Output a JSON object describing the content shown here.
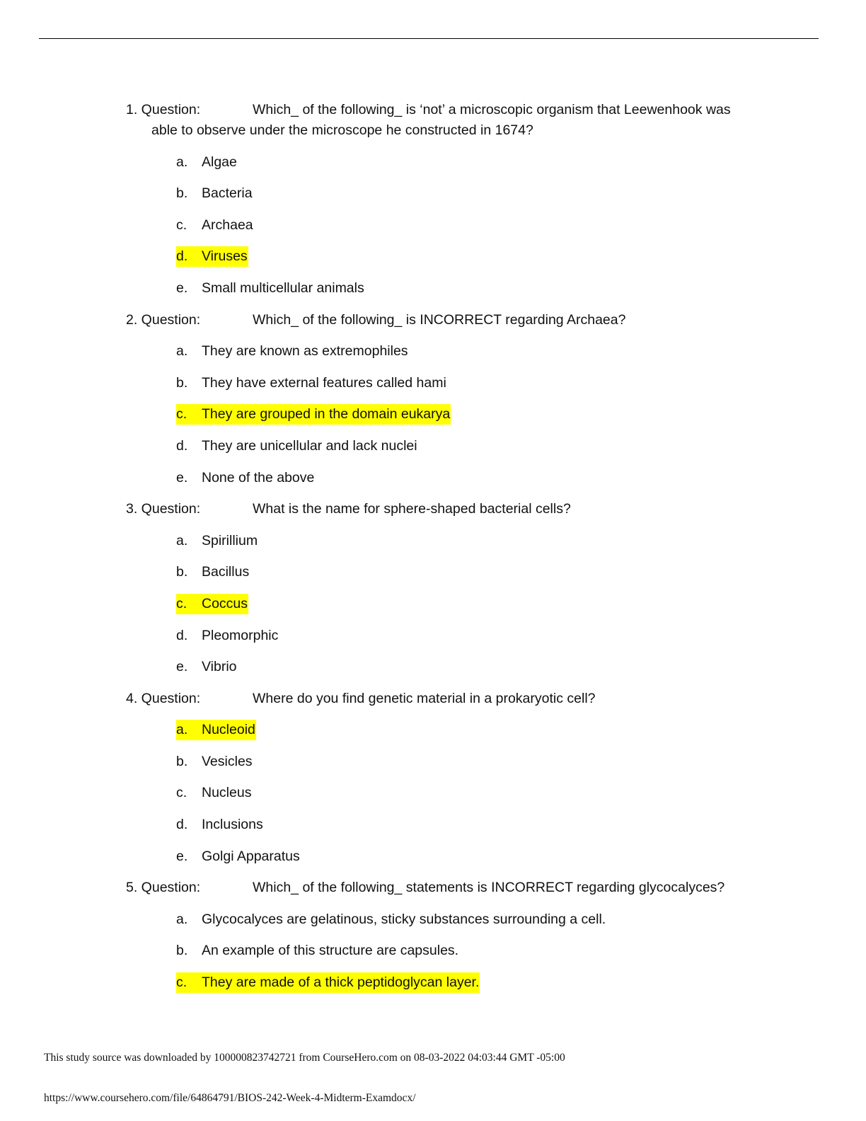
{
  "questions": [
    {
      "label": "1. Question:",
      "text_line1": "Which_ of the following_ is ‘not’ a microscopic organism that Leewenhook was",
      "text_line2": "able to observe under the microscope he constructed in 1674?",
      "options": [
        {
          "letter": "a.",
          "text": "Algae",
          "highlighted": false
        },
        {
          "letter": "b.",
          "text": "Bacteria",
          "highlighted": false
        },
        {
          "letter": "c.",
          "text": "Archaea",
          "highlighted": false
        },
        {
          "letter": "d.",
          "text": "Viruses",
          "highlighted": true
        },
        {
          "letter": "e.",
          "text": "Small multicellular animals",
          "highlighted": false
        }
      ]
    },
    {
      "label": "2. Question:",
      "text_line1": "Which_ of the following_ is INCORRECT regarding Archaea?",
      "text_line2": null,
      "options": [
        {
          "letter": "a.",
          "text": "They are known as extremophiles",
          "highlighted": false
        },
        {
          "letter": "b.",
          "text": "They have external features called hami",
          "highlighted": false
        },
        {
          "letter": "c.",
          "text": "They are grouped in the domain eukarya",
          "highlighted": true
        },
        {
          "letter": "d.",
          "text": "They are unicellular and lack nuclei",
          "highlighted": false
        },
        {
          "letter": "e.",
          "text": "None of the above",
          "highlighted": false
        }
      ]
    },
    {
      "label": "3. Question:",
      "text_line1": "What is the name for sphere-shaped bacterial cells?",
      "text_line2": null,
      "options": [
        {
          "letter": "a.",
          "text": "Spirillium",
          "highlighted": false
        },
        {
          "letter": "b.",
          "text": "Bacillus",
          "highlighted": false
        },
        {
          "letter": "c.",
          "text": "Coccus",
          "highlighted": true
        },
        {
          "letter": "d.",
          "text": "Pleomorphic",
          "highlighted": false
        },
        {
          "letter": "e.",
          "text": "Vibrio",
          "highlighted": false
        }
      ]
    },
    {
      "label": "4. Question:",
      "text_line1": "Where do you find genetic material in a prokaryotic cell?",
      "text_line2": null,
      "options": [
        {
          "letter": "a.",
          "text": "Nucleoid",
          "highlighted": true
        },
        {
          "letter": "b.",
          "text": "Vesicles",
          "highlighted": false
        },
        {
          "letter": "c.",
          "text": "Nucleus",
          "highlighted": false
        },
        {
          "letter": "d.",
          "text": "Inclusions",
          "highlighted": false
        },
        {
          "letter": "e.",
          "text": "Golgi Apparatus",
          "highlighted": false
        }
      ]
    },
    {
      "label": "5. Question:",
      "text_line1": "Which_ of the following_ statements is INCORRECT regarding glycocalyces?",
      "text_line2": null,
      "options": [
        {
          "letter": "a.",
          "text": "Glycocalyces are gelatinous, sticky substances surrounding a cell.",
          "highlighted": false
        },
        {
          "letter": "b.",
          "text": "An example of this structure are capsules.",
          "highlighted": false
        },
        {
          "letter": "c.",
          "text": "They are made of a thick peptidoglycan layer.",
          "highlighted": true
        }
      ]
    }
  ],
  "highlight_color": "#ffff00",
  "footer": {
    "download_notice": "This study source was downloaded by 100000823742721 from CourseHero.com on 08-03-2022 04:03:44 GMT -05:00",
    "url": "https://www.coursehero.com/file/64864791/BIOS-242-Week-4-Midterm-Examdocx/"
  }
}
